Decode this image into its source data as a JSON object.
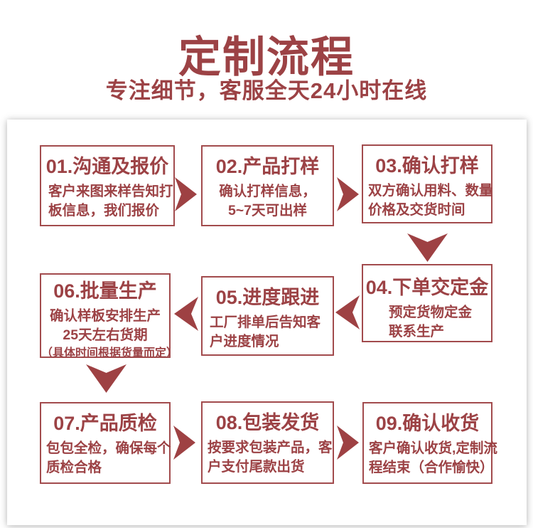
{
  "header": {
    "title": "定制流程",
    "subtitle": "专注细节，客服全天24小时在线"
  },
  "colors": {
    "primary": "#9c4245",
    "border": "#a24b4d",
    "arrow": "#9e4143"
  },
  "steps": [
    {
      "title": "01.沟通及报价",
      "lines": [
        "客户来图来样告知打",
        "板信息，我们报价"
      ]
    },
    {
      "title": "02.产品打样",
      "lines": [
        "确认打样信息，",
        "5~7天可出样"
      ]
    },
    {
      "title": "03.确认打样",
      "lines": [
        "双方确认用料、数量",
        "价格及交货时间"
      ]
    },
    {
      "title": "04.下单交定金",
      "lines": [
        "预定货物定金",
        "联系生产"
      ]
    },
    {
      "title": "05.进度跟进",
      "lines": [
        "工厂排单后告知客",
        "户进度情况"
      ]
    },
    {
      "title": "06.批量生产",
      "lines": [
        "确认样板安排生产",
        "25天左右货期",
        "（具体时间根据货量而定）"
      ]
    },
    {
      "title": "07.产品质检",
      "lines": [
        "包包全检，确保每个",
        "质检合格"
      ]
    },
    {
      "title": "08.包装发货",
      "lines": [
        "按要求包装产品，客",
        "户支付尾款出货"
      ]
    },
    {
      "title": "09.确认收货",
      "lines": [
        "客户确认收货,定制流",
        "程结束（合作愉快）"
      ]
    }
  ]
}
